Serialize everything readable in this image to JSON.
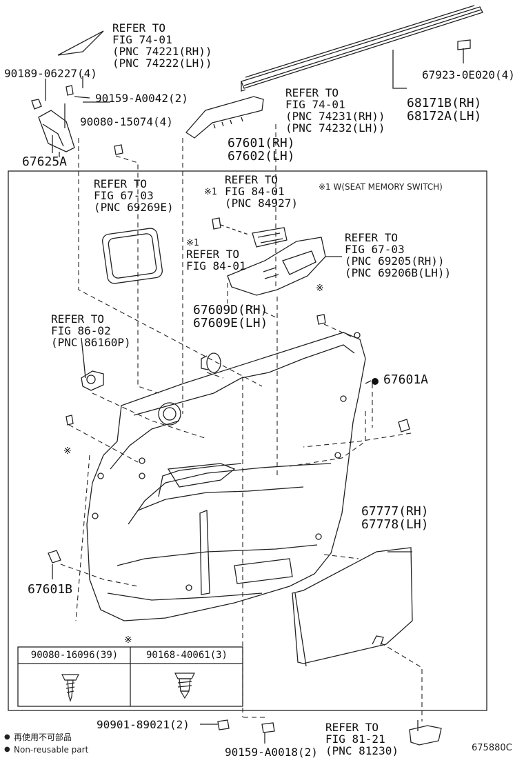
{
  "callouts": {
    "refer_fig_74_01_a": "REFER TO\nFIG 74-01\n(PNC 74221(RH))\n(PNC 74222(LH))",
    "pn_90189": "90189-06227(4)",
    "pn_90159_a0042": "90159-A0042(2)",
    "pn_90080_15074": "90080-15074(4)",
    "pn_67625a": "67625A",
    "refer_fig_74_01_b": "REFER TO\nFIG 74-01\n(PNC 74231(RH))\n(PNC 74232(LH))",
    "pn_67923": "67923-0E020(4)",
    "pn_68171b": "68171B(RH)\n68172A(LH)",
    "pn_67601": "67601(RH)\n67602(LH)",
    "refer_fig_67_03_a": "REFER TO\nFIG 67-03\n(PNC 69269E)",
    "refer_fig_84_01_a": "REFER TO\nFIG 84-01\n(PNC 84927)",
    "mark_1_a": "※1",
    "seat_memory_note": "※1 W(SEAT MEMORY SWITCH)",
    "mark_1_b": "※1",
    "refer_fig_84_01_b": "REFER TO\nFIG 84-01",
    "refer_fig_67_03_b": "REFER TO\nFIG 67-03\n(PNC 69205(RH))\n(PNC 69206B(LH))",
    "mark_kome_a": "※",
    "pn_67609d": "67609D(RH)\n67609E(LH)",
    "refer_fig_86_02": "REFER TO\nFIG 86-02\n(PNC 86160P)",
    "pn_67601a": "67601A",
    "mark_kome_b": "※",
    "pn_67777": "67777(RH)\n67778(LH)",
    "pn_67601b": "67601B",
    "mark_kome_c": "※",
    "pn_90901": "90901-89021(2)",
    "pn_90159_a0018": "90159-A0018(2)",
    "refer_fig_81_21": "REFER TO\nFIG 81-21\n(PNC 81230)",
    "legend_jp": "再使用不可部品",
    "legend_en": "Non-reusable part",
    "legend_bullet": "●",
    "drawing_no": "675880C"
  },
  "parts_table": {
    "col1": "90080-16096(39)",
    "col2": "90168-40061(3)"
  }
}
